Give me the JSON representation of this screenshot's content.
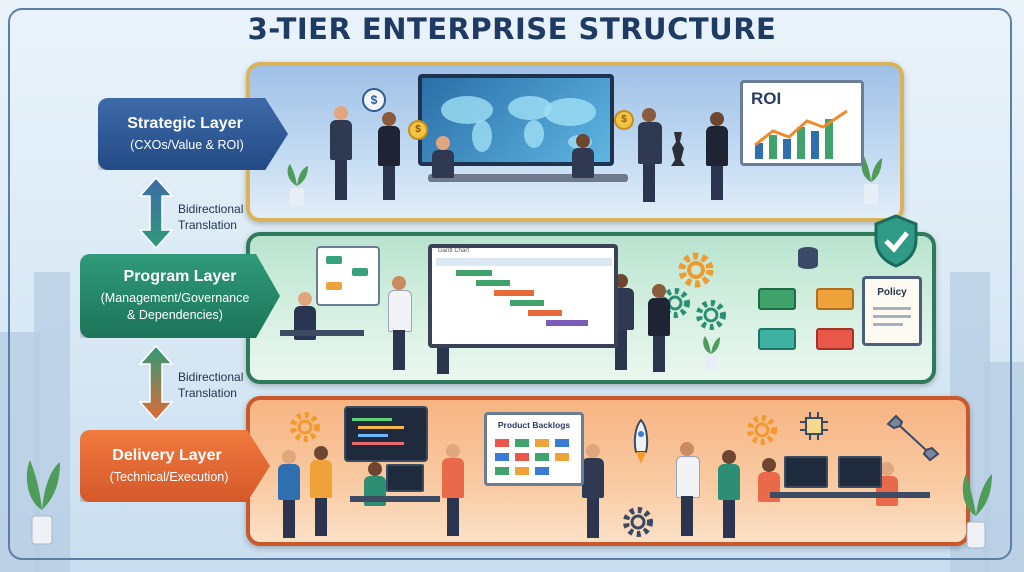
{
  "title": "3-TIER ENTERPRISE STRUCTURE",
  "layers": [
    {
      "name": "Strategic Layer",
      "subtitle": "(CXOs/Value & ROI)",
      "color": "#2f5b97"
    },
    {
      "name": "Program Layer",
      "subtitle_line1": "(Management/Governance",
      "subtitle_line2": "& Dependencies)",
      "color": "#22876a"
    },
    {
      "name": "Delivery Layer",
      "subtitle": "(Technical/Execution)",
      "color": "#e06a35"
    }
  ],
  "connectors": [
    {
      "line1": "Bidirectional",
      "line2": "Translation"
    },
    {
      "line1": "Bidirectional",
      "line2": "Translation"
    }
  ],
  "artifacts": {
    "roi_board": "ROI",
    "gantt_chart": "Gantt Chart",
    "product_backlogs": "Product Backlogs",
    "policy": "Policy"
  },
  "icons": [
    "dollar-coin-icon",
    "world-map-icon",
    "chess-piece-icon",
    "gear-icon",
    "shield-check-icon",
    "database-icon",
    "rocket-icon",
    "wrench-icon",
    "code-window-icon",
    "chip-icon"
  ]
}
